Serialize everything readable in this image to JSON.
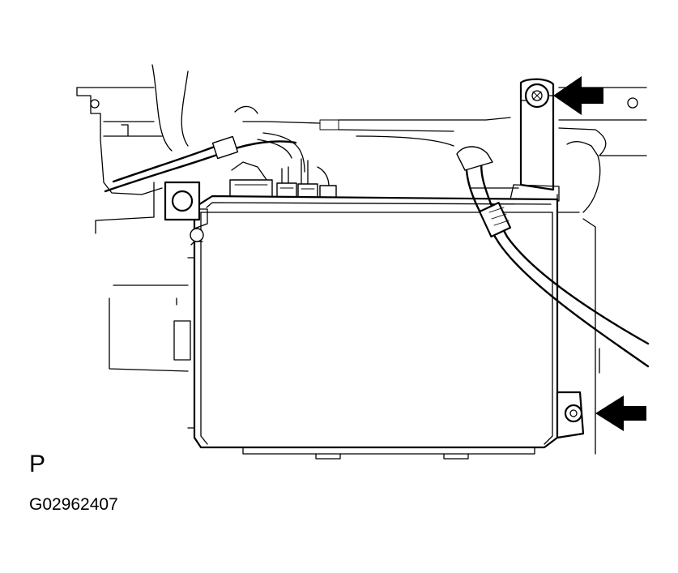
{
  "diagram": {
    "view_label": "P",
    "figure_id": "G02962407",
    "colors": {
      "line": "#000000",
      "background": "#ffffff"
    },
    "callouts": [
      {
        "name": "arrow-upper-bolt",
        "icon": "arrow-left-icon"
      },
      {
        "name": "arrow-lower-bolt",
        "icon": "arrow-left-icon"
      }
    ]
  }
}
